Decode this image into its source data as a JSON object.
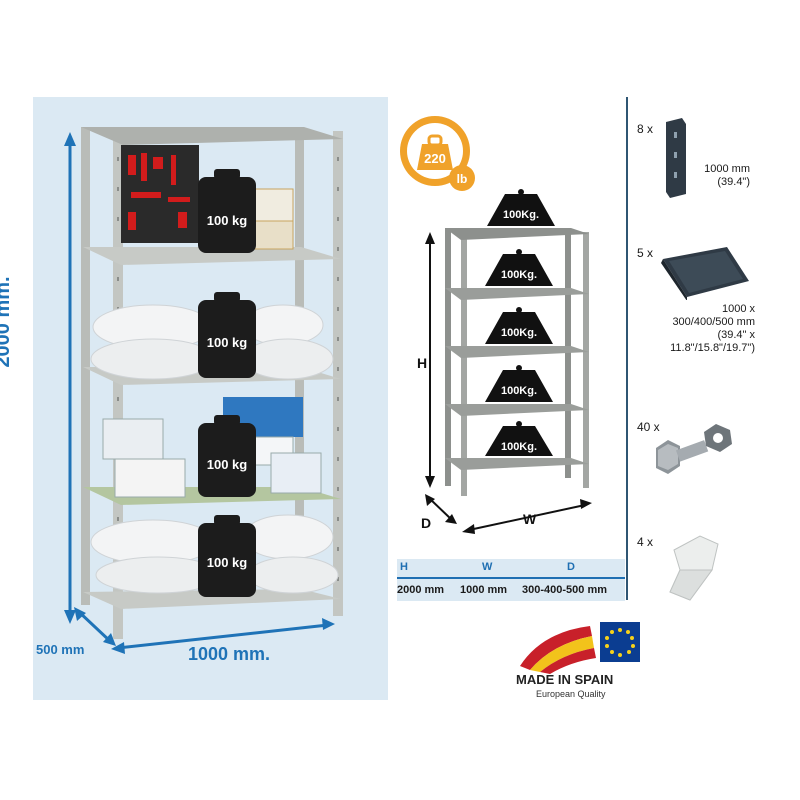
{
  "left_panel": {
    "height_label": "2000 mm.",
    "depth_label": "500 mm",
    "width_label": "1000 mm.",
    "weights": [
      "100 kg",
      "100 kg",
      "100 kg",
      "100 kg"
    ]
  },
  "capacity_badge": {
    "value": "220",
    "unit": "lb"
  },
  "diagram": {
    "weights": [
      "100Kg.",
      "100Kg.",
      "100Kg.",
      "100Kg.",
      "100Kg."
    ],
    "h_label": "H",
    "w_label": "W",
    "d_label": "D"
  },
  "dimensions_table": {
    "headers": [
      "H",
      "W",
      "D"
    ],
    "values": [
      "2000 mm",
      "1000 mm",
      "300-400-500 mm"
    ]
  },
  "components": [
    {
      "qty": "8 x",
      "icon": "upright-post-icon",
      "desc": [
        "1000 mm",
        "(39.4\")"
      ]
    },
    {
      "qty": "5 x",
      "icon": "shelf-panel-icon",
      "desc": [
        "1000 x",
        "300/400/500 mm",
        "(39.4\" x",
        "11.8\"/15.8\"/19.7\")"
      ]
    },
    {
      "qty": "40 x",
      "icon": "bolt-nut-icon",
      "desc": []
    },
    {
      "qty": "4 x",
      "icon": "plastic-foot-icon",
      "desc": []
    }
  ],
  "made_in": {
    "title": "MADE IN SPAIN",
    "subtitle": "European Quality"
  },
  "colors": {
    "accent_blue": "#1f73b7",
    "panel_bg": "#dbe9f3",
    "badge_orange": "#f0a22a"
  }
}
